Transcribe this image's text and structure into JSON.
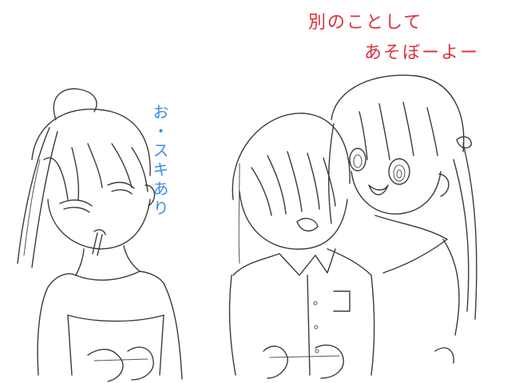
{
  "captions": {
    "red_line1": "別のことして",
    "red_line2": "あそぼーよー",
    "blue_vertical": "お・スキあり"
  },
  "colors": {
    "ink": "#3a3a3a",
    "red_text": "#e0303a",
    "blue_text": "#3c8fe6",
    "background": "#ffffff"
  }
}
